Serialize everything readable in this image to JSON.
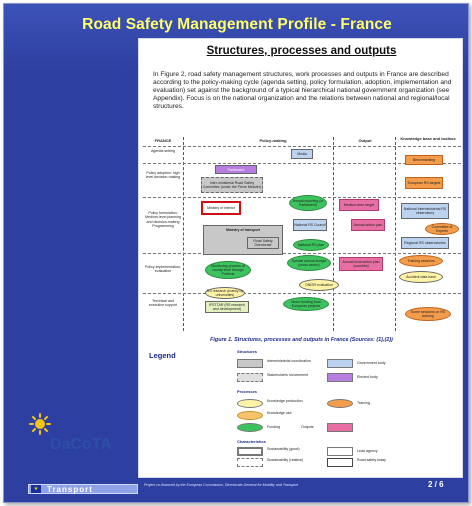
{
  "header": {
    "title": "Road Safety Management Profile - France"
  },
  "page": {
    "subtitle": "Structures, processes and outputs",
    "intro": "In Figure 2, road safety management structures, work processes and outputs in France are described according to the policy-making cycle (agenda setting, policy formulation, adoption, implementation and evaluation) set against the background of a typical hierarchical national government organization (see Appendix). Focus is on the national organization and the relations between national and regional/local structures."
  },
  "figure": {
    "headers": {
      "country": "FRANCE",
      "policy": "Policy-making",
      "output": "Output",
      "knowledge": "Knowledge base and toolbox"
    },
    "rows": [
      "Agenda setting",
      "Policy adoption: high level decision-making",
      "Policy formulation: Medium-level planning and decision-making Programming",
      "Policy implementation, evaluation",
      "Technical and executive support"
    ],
    "boxes": {
      "media": "Media",
      "parliament": "Parliament",
      "interministerial": "Inter-ministerial Road Safety Committee (under the Prime Minister)",
      "ministry_interior": "Ministry of Interior",
      "ministry_transport": "Ministry of transport",
      "rs_directorate": "Road Safety Directorate",
      "annual_reporting": "Annual reporting (to Parliament)",
      "national_council": "National RS Council",
      "medium_target": "Medium-term target",
      "annual_plan": "Annual action plan",
      "national_plan": "National RS plan",
      "special_budget": "Special annual budget (cross-sector)",
      "annual_local": "Annual local action plan (counties)",
      "monitoring": "Monitoring process at county level through Prefects",
      "rs_research": "RS research (mainly by universities)",
      "ifsttar": "IFSTTAR (RS research and development)",
      "onisr_eval": "ONISR evaluation",
      "annual_ifs": "Annual fixed budget (research)",
      "rs_european": "Motor funding from European projects",
      "benchmarking": "Benchmarking",
      "european_targets": "European RS targets",
      "national_observatory": "National Interministerial RS observatory",
      "committee_experts": "Committee of Experts",
      "regional_observatories": "Regional RS observatories",
      "training_sessions": "Training sessions",
      "accident_data": "Accident data bank",
      "some_sessions": "Some sessions on RS training"
    }
  },
  "caption": "Figure 1. Structures, processes and outputs in France (Sources: (1),(2))",
  "legend": {
    "title": "Legend",
    "structures_label": "Structures",
    "processes_label": "Processes",
    "characteristics_label": "Characteristics",
    "items": {
      "interministerial": "Interministerial coordination",
      "government_body": "Government body",
      "stakeholders": "Stakeholders involvement",
      "elected_body": "Elected body",
      "knowledge_prod": "Knowledge production",
      "knowledge_use": "Knowledge use",
      "training": "Training",
      "funding": "Funding",
      "outputs": "Outputs",
      "sustain_good": "Sustainability (good)",
      "sustain_relative": "Sustainability (relative)",
      "lead_agency": "Lead agency",
      "road_safety": "Road safety today"
    }
  },
  "logo": {
    "text": "DaCoTA"
  },
  "footer": {
    "transport": "Transport",
    "footnote": "Project co-financed by the European Commission, Directorate-General for Mobility and Transport",
    "page": "2 / 6"
  },
  "colors": {
    "frame": "#2d3fa0",
    "title": "#ffff66",
    "green": "#3cc35e",
    "orange": "#f39c4b",
    "purple": "#b77ee0",
    "pink": "#e76fa3"
  }
}
